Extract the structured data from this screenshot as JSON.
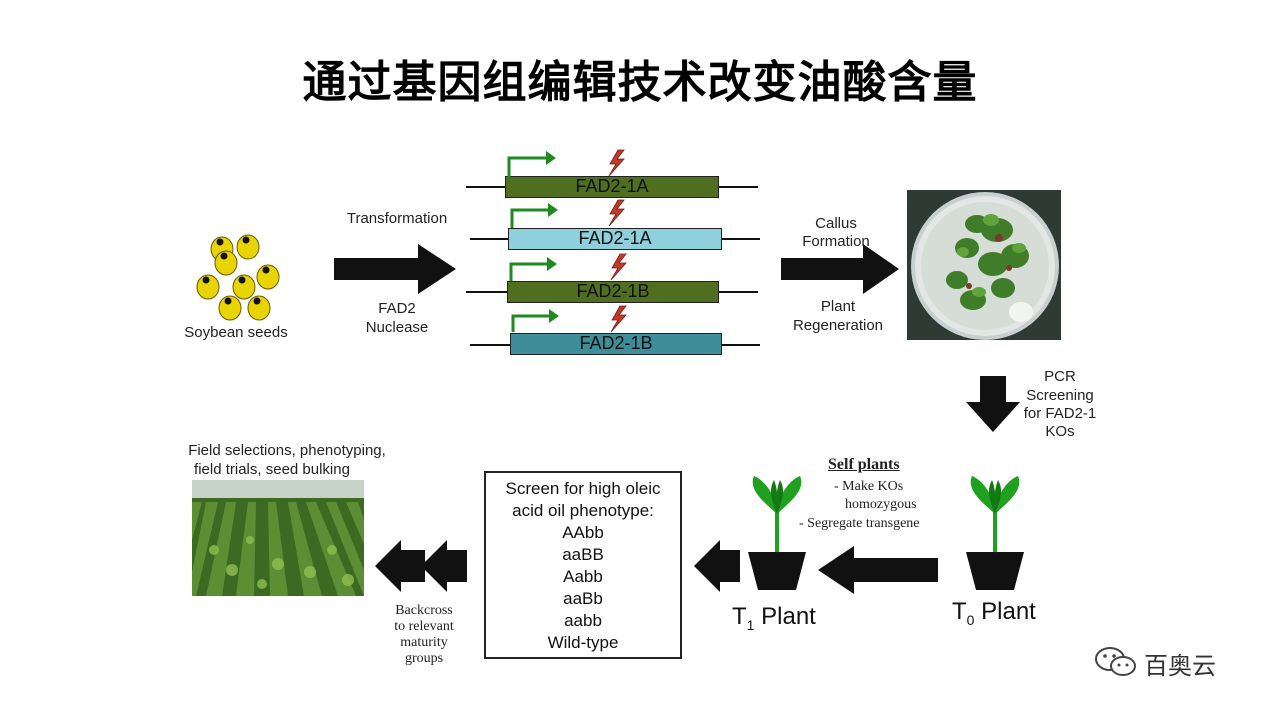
{
  "title": "通过基因组编辑技术改变油酸含量",
  "seeds_label": "Soybean seeds",
  "transformation": {
    "top": "Transformation",
    "bottom_1": "FAD2",
    "bottom_2": "Nuclease"
  },
  "genes": [
    "FAD2-1A",
    "FAD2-1A",
    "FAD2-1B",
    "FAD2-1B"
  ],
  "callus": {
    "top_1": "Callus",
    "top_2": "Formation",
    "bottom_1": "Plant",
    "bottom_2": "Regeneration"
  },
  "pcr": [
    "PCR",
    "Screening",
    "for FAD2-1",
    "KOs"
  ],
  "self_plants": {
    "title": "Self plants",
    "item_1a": "-   Make KOs",
    "item_1b": "homozygous",
    "item_2": "-   Segregate transgene"
  },
  "t0": {
    "prefix": "T",
    "sub": "0",
    "suffix": " Plant"
  },
  "t1": {
    "prefix": "T",
    "sub": "1",
    "suffix": " Plant"
  },
  "screen": [
    "Screen for high oleic",
    "acid oil phenotype:",
    "AAbb",
    "aaBB",
    "Aabb",
    "aaBb",
    "aabb",
    "Wild-type"
  ],
  "backcross": [
    "Backcross",
    "to relevant",
    "maturity",
    "groups"
  ],
  "field": [
    "Field selections, phenotyping,",
    "field trials, seed bulking"
  ],
  "watermark": "百奥云",
  "colors": {
    "seed": "#e8d400",
    "gene_dark": "#4f6e1f",
    "gene_light": "#8fd0dc",
    "gene_teal": "#3f8d98",
    "promoter_arrow": "#1f8a1f",
    "lightning": "#c0392b",
    "plant": "#1fa01f"
  }
}
